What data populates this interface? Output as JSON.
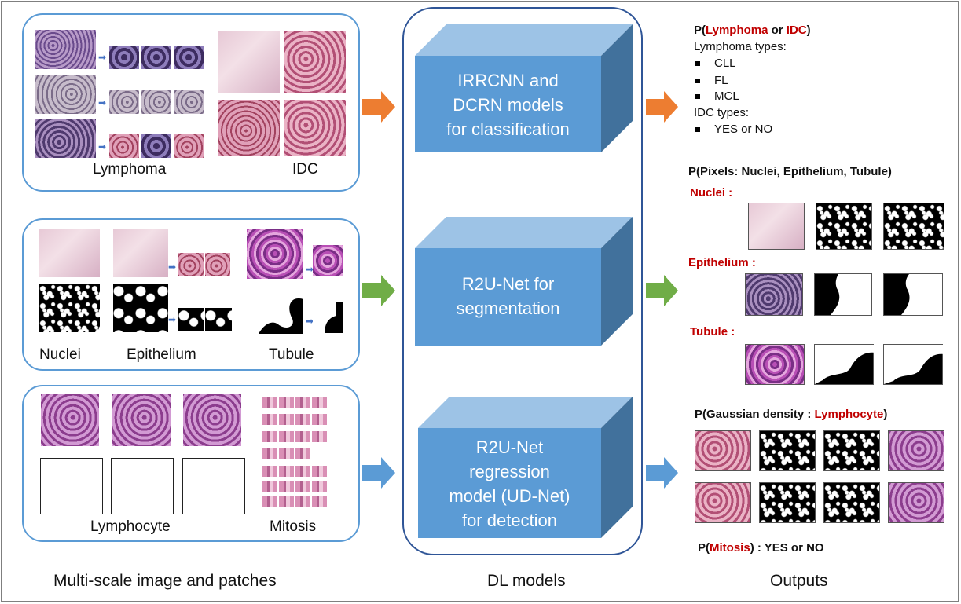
{
  "column_titles": {
    "left": "Multi-scale image and patches",
    "middle": "DL models",
    "right": "Outputs"
  },
  "panel1": {
    "label_left": "Lymphoma",
    "label_right": "IDC"
  },
  "panel2": {
    "label_1": "Nuclei",
    "label_2": "Epithelium",
    "label_3": "Tubule"
  },
  "panel3": {
    "label_1": "Lymphocyte",
    "label_2": "Mitosis"
  },
  "models": {
    "classification": [
      "IRRCNN and",
      "DCRN models",
      "for  classification"
    ],
    "segmentation": [
      "R2U-Net for",
      "segmentation"
    ],
    "detection": [
      "R2U-Net",
      "regression",
      "model (UD-Net)",
      "for  detection"
    ]
  },
  "outputs": {
    "classification": {
      "title_prefix": "P(",
      "title_a": "Lymphoma",
      "title_or": " or ",
      "title_b": "IDC",
      "title_suffix": ")",
      "lymphoma_types_label": "Lymphoma types:",
      "lymphoma_types": [
        "CLL",
        "FL",
        "MCL"
      ],
      "idc_types_label": "IDC types:",
      "idc_types": [
        "YES or NO"
      ]
    },
    "segmentation": {
      "title": "P(Pixels: Nuclei, Epithelium, Tubule)",
      "nuclei_label": "Nuclei :",
      "epithelium_label": "Epithelium :",
      "tubule_label": "Tubule :"
    },
    "detection": {
      "title_prefix": "P(Gaussian density : ",
      "title_red": "Lymphocyte",
      "title_suffix": ")",
      "mitosis_prefix": "P(",
      "mitosis_red": "Mitosis",
      "mitosis_suffix": ") : YES or NO"
    }
  },
  "colors": {
    "panel_border": "#5b9bd5",
    "cube_front": "#5b9bd5",
    "cube_top": "#9dc3e6",
    "cube_side": "#41719c",
    "arrow_orange": "#ed7d31",
    "arrow_green": "#70ad47",
    "arrow_blue": "#5b9bd5",
    "accent_red": "#c00000"
  }
}
